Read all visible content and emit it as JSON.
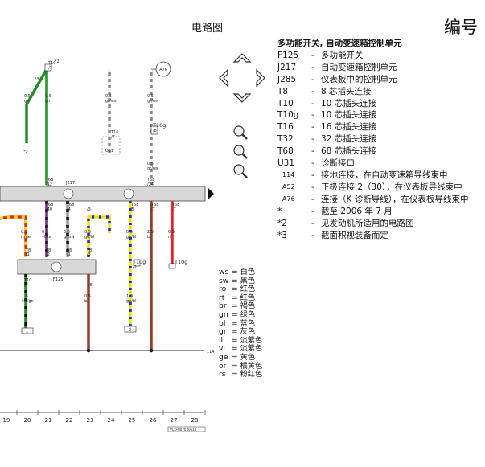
{
  "title": "电路图",
  "number_label": "编号",
  "legend": {
    "heading": "多功能开关, 自动变速箱控制单元",
    "items": [
      {
        "code": "F125",
        "desc": "多功能开关"
      },
      {
        "code": "J217",
        "desc": "自动变速箱控制单元"
      },
      {
        "code": "J285",
        "desc": "仪表板中的控制单元"
      },
      {
        "code": "T8",
        "desc": "8 芯插头连接"
      },
      {
        "code": "T10",
        "desc": "10 芯插头连接"
      },
      {
        "code": "T10g",
        "desc": "10 芯插头连接"
      },
      {
        "code": "T16",
        "desc": "16 芯插头连接"
      },
      {
        "code": "T32",
        "desc": "32 芯插头连接"
      },
      {
        "code": "T68",
        "desc": "68 芯插头连接"
      },
      {
        "code": "U31",
        "desc": "诊断接口"
      },
      {
        "code": "114",
        "desc": "接地连接，在自动变速箱导线束中"
      },
      {
        "code": "A52",
        "desc": "正极连接 2（30），在仪表板导线束中"
      },
      {
        "code": "A76",
        "desc": "连接（K 诊断导线），在仪表板导线束中"
      },
      {
        "code": "*",
        "desc": "截至 2006 年 7 月"
      },
      {
        "code": "*2",
        "desc": "见发动机所适用的电路图"
      },
      {
        "code": "*3",
        "desc": "截面积视装备而定"
      }
    ]
  },
  "color_codes": [
    {
      "code": "ws",
      "name": "白色"
    },
    {
      "code": "sw",
      "name": "黑色"
    },
    {
      "code": "ro",
      "name": "红色"
    },
    {
      "code": "rt",
      "name": "红色"
    },
    {
      "code": "br",
      "name": "褐色"
    },
    {
      "code": "gn",
      "name": "绿色"
    },
    {
      "code": "bl",
      "name": "蓝色"
    },
    {
      "code": "gr",
      "name": "灰色"
    },
    {
      "code": "li",
      "name": "淡紫色"
    },
    {
      "code": "vi",
      "name": "淡紫色"
    },
    {
      "code": "ge",
      "name": "黄色"
    },
    {
      "code": "or",
      "name": "橘黄色"
    },
    {
      "code": "rs",
      "name": "粉红色"
    }
  ],
  "diagram": {
    "component_j217": "J217",
    "component_f125": "F125",
    "component_u31": "U31",
    "connector_a76": "A76",
    "ground_114": "114",
    "track_numbers": [
      "19",
      "20",
      "21",
      "22",
      "23",
      "24",
      "25",
      "26",
      "27",
      "28"
    ],
    "footer_code": "VCO-007030614",
    "wire_labels": [
      {
        "size": "0.5",
        "color": "gn"
      },
      {
        "size": "0.5",
        "color": "gn"
      },
      {
        "size": "0.5",
        "color": "gr/ws"
      },
      {
        "size": "0.5",
        "color": "gr/ws"
      },
      {
        "size": "0.5",
        "color": "gr/ws"
      },
      {
        "size": "0.5",
        "color": "rt/ge"
      },
      {
        "size": "0.5",
        "color": "vi/sw"
      },
      {
        "size": "0.5",
        "color": "gr/sw"
      },
      {
        "size": "0.5",
        "color": "ge/bl"
      },
      {
        "size": "0.5",
        "color": "ge/bl"
      },
      {
        "size": "2.5",
        "color": "br"
      },
      {
        "size": "0.5",
        "color": "rt"
      },
      {
        "size": "1.5",
        "color": "sw/gn"
      },
      {
        "size": "0.5",
        "color": "br"
      },
      {
        "size": "1.0",
        "color": "ge/bl"
      }
    ],
    "notes": [
      "*3",
      "*3",
      "*2"
    ],
    "connectors": [
      "T10",
      "T16",
      "T10g",
      "T68",
      "T8",
      "T8",
      "T8",
      "T8",
      "T10g",
      "T10g",
      "T68",
      "T68",
      "T68",
      "T68",
      "T68",
      "T68",
      "T10"
    ],
    "connector_pins": [
      "/7",
      "/7",
      "/8",
      "/24",
      "/12",
      "/40",
      "/1",
      "/2",
      "/1",
      "/3",
      "/5",
      "/7",
      "/7",
      "/4",
      "/3",
      "/7",
      "/6",
      "/2"
    ],
    "ground_marks": [
      "1",
      "2"
    ]
  }
}
